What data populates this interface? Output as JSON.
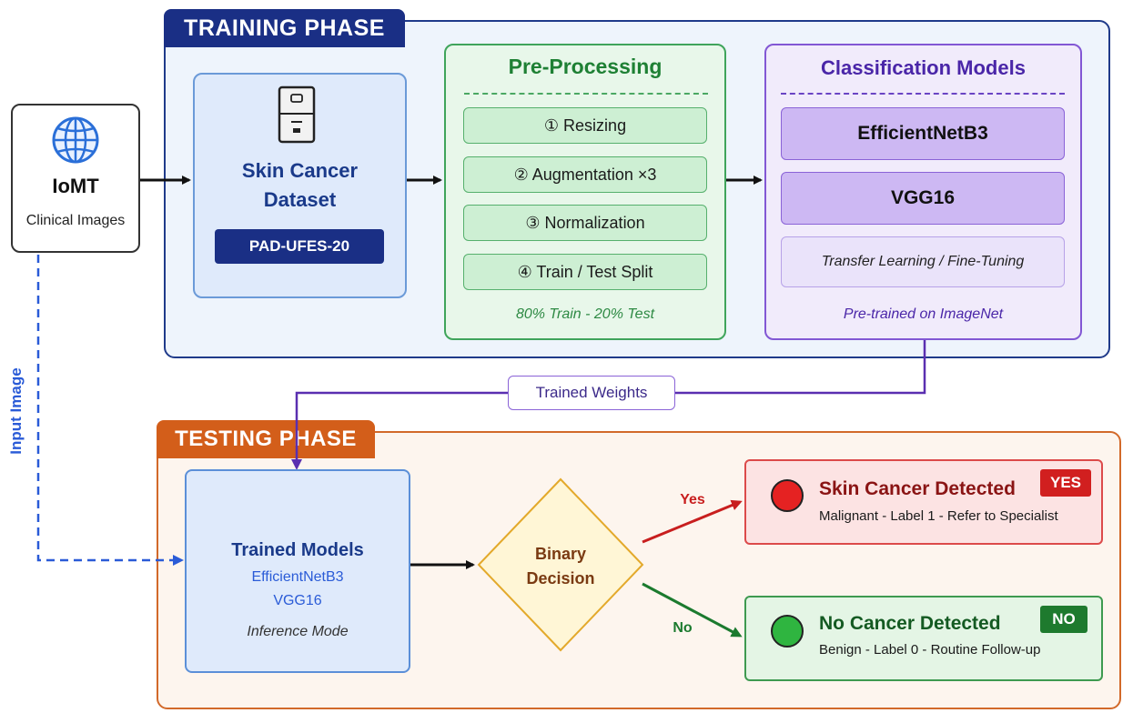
{
  "training_phase": {
    "title": "TRAINING PHASE",
    "source": {
      "title": "IoMT",
      "subtitle": "Clinical Images",
      "icon": "globe-icon"
    },
    "dataset": {
      "title_line1": "Skin Cancer",
      "title_line2": "Dataset",
      "name": "PAD-UFES-20",
      "icon": "file-cabinet-icon"
    },
    "preprocessing": {
      "title": "Pre-Processing",
      "steps": [
        "① Resizing",
        "② Augmentation ×3",
        "③ Normalization",
        "④ Train / Test Split"
      ],
      "footnote": "80% Train - 20% Test"
    },
    "classification": {
      "title": "Classification Models",
      "models": [
        "EfficientNetB3",
        "VGG16"
      ],
      "method": "Transfer Learning / Fine-Tuning",
      "footnote": "Pre-trained on ImageNet"
    }
  },
  "connector": {
    "weights_label": "Trained Weights",
    "input_label": "Input Image"
  },
  "testing_phase": {
    "title": "TESTING PHASE",
    "trained_models": {
      "title": "Trained Models",
      "models": [
        "EfficientNetB3",
        "VGG16"
      ],
      "mode": "Inference Mode",
      "icon": "robot-icon"
    },
    "decision": {
      "line1": "Binary",
      "line2": "Decision",
      "yes": "Yes",
      "no": "No"
    },
    "outcomes": {
      "positive": {
        "title": "Skin Cancer Detected",
        "detail": "Malignant - Label 1 - Refer to Specialist",
        "badge": "YES",
        "color": "#e52222"
      },
      "negative": {
        "title": "No Cancer Detected",
        "detail": "Benign - Label 0 - Routine Follow-up",
        "badge": "NO",
        "color": "#2fb540"
      }
    }
  }
}
